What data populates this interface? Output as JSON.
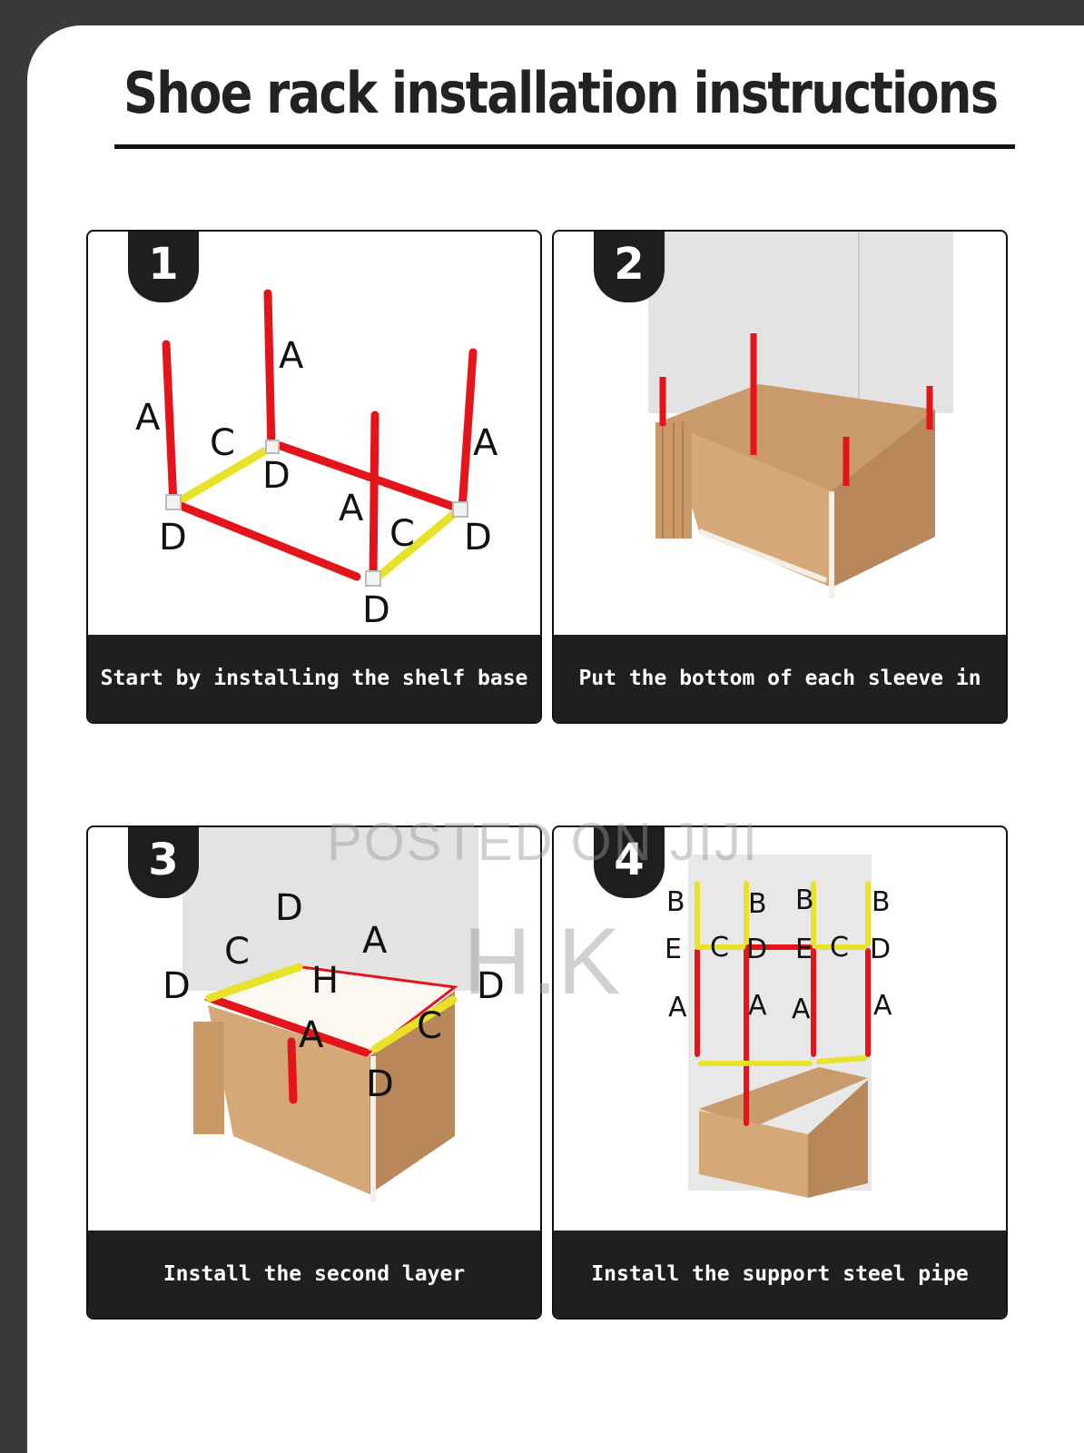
{
  "title": "Shoe rack installation instructions",
  "steps": [
    {
      "number": "1",
      "caption": "Start by installing the shelf base"
    },
    {
      "number": "2",
      "caption": "Put the bottom of each sleeve in"
    },
    {
      "number": "3",
      "caption": "Install the second layer"
    },
    {
      "number": "4",
      "caption": "Install the support steel pipe"
    }
  ],
  "part_labels": {
    "a": "A",
    "b": "B",
    "c": "C",
    "d": "D",
    "e": "E",
    "h": "H"
  },
  "watermark": {
    "line1": "POSTED ON JIJI",
    "line2": "H.K"
  },
  "colors": {
    "frame": "#3a3a3a",
    "pipe_red": "#e4141b",
    "pipe_yellow": "#e9e22a",
    "cardboard": "#c89a6c",
    "caption_bg": "#1f1f1f"
  }
}
